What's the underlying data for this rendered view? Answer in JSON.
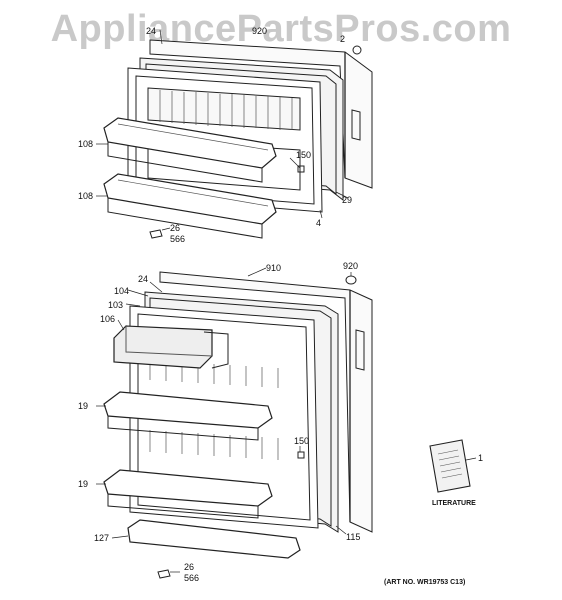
{
  "watermark": "AppliancePartsPros.com",
  "labels": {
    "l24_top": "24",
    "l920_top": "920",
    "l2_top": "2",
    "l108_a": "108",
    "l108_b": "108",
    "l150_top": "150",
    "l29": "29",
    "l4": "4",
    "l26_top": "26",
    "l566_top": "566",
    "l24": "24",
    "l910": "910",
    "l920": "920",
    "l104": "104",
    "l103": "103",
    "l106": "106",
    "l19_a": "19",
    "l19_b": "19",
    "l150": "150",
    "l1": "1",
    "l115": "115",
    "l127": "127",
    "l26": "26",
    "l566": "566",
    "literature": "LITERATURE",
    "art_no": "(ART NO. WR19753 C13)"
  }
}
